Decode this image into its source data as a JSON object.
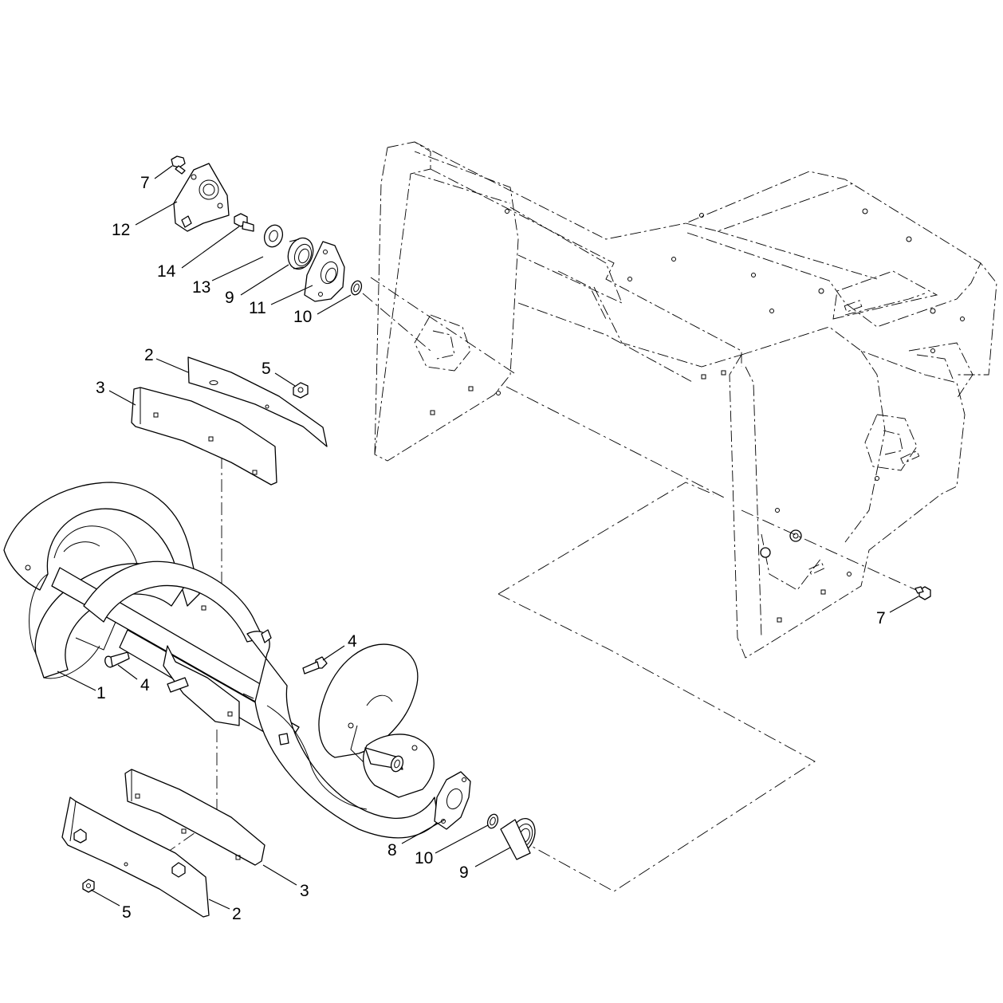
{
  "callouts": [
    {
      "text": "7"
    },
    {
      "text": "12"
    },
    {
      "text": "14"
    },
    {
      "text": "13"
    },
    {
      "text": "9"
    },
    {
      "text": "11"
    },
    {
      "text": "10"
    },
    {
      "text": "2"
    },
    {
      "text": "5"
    },
    {
      "text": "3"
    },
    {
      "text": "1"
    },
    {
      "text": "4"
    },
    {
      "text": "4"
    },
    {
      "text": "8"
    },
    {
      "text": "10"
    },
    {
      "text": "9"
    },
    {
      "text": "3"
    },
    {
      "text": "5"
    },
    {
      "text": "2"
    },
    {
      "text": "7"
    }
  ]
}
